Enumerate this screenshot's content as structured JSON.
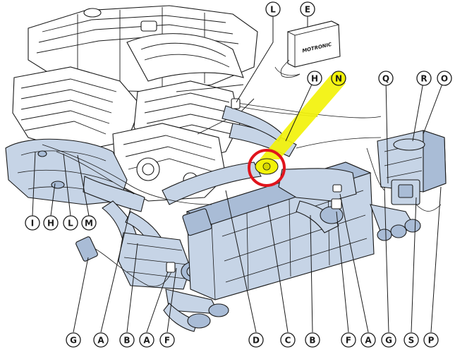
{
  "diagram": {
    "ecu_text": "MOTRONIC",
    "highlight_color": "#f2f20a",
    "ring_color": "#e0141c",
    "exhaust_color": "#c6d4e6",
    "callouts": [
      {
        "label": "L"
      },
      {
        "label": "E"
      },
      {
        "label": "H"
      },
      {
        "label": "N",
        "highlighted": true
      },
      {
        "label": "Q"
      },
      {
        "label": "R"
      },
      {
        "label": "O"
      },
      {
        "label": "I"
      },
      {
        "label": "H"
      },
      {
        "label": "L"
      },
      {
        "label": "M"
      },
      {
        "label": "G"
      },
      {
        "label": "A"
      },
      {
        "label": "B"
      },
      {
        "label": "A"
      },
      {
        "label": "F"
      },
      {
        "label": "D"
      },
      {
        "label": "C"
      },
      {
        "label": "B"
      },
      {
        "label": "F"
      },
      {
        "label": "A"
      },
      {
        "label": "G"
      },
      {
        "label": "S"
      },
      {
        "label": "P"
      }
    ]
  }
}
